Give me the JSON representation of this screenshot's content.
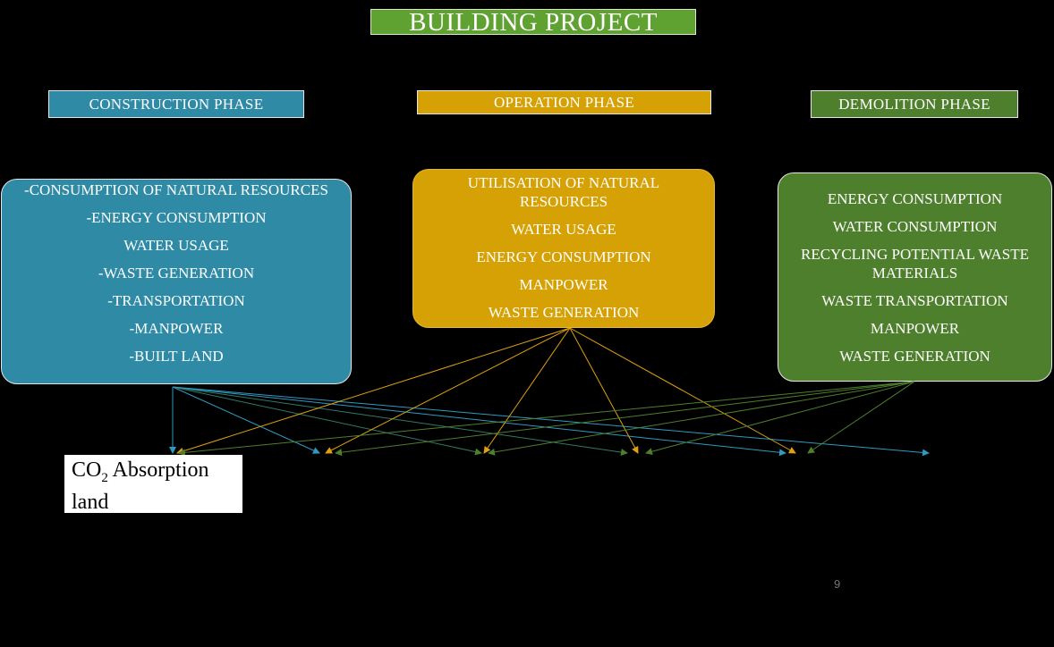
{
  "title": "BUILDING PROJECT",
  "phases": {
    "construction": {
      "label": "CONSTRUCTION  PHASE",
      "color": "#2e8aa5",
      "items": [
        "-CONSUMPTION  OF NATURAL RESOURCES",
        "-ENERGY  CONSUMPTION",
        "WATER USAGE",
        "-WASTE GENERATION",
        "-TRANSPORTATION",
        "-MANPOWER",
        "-BUILT LAND"
      ]
    },
    "operation": {
      "label": "OPERATION  PHASE",
      "color": "#d6a104",
      "items": [
        "UTILISATION OF NATURAL RESOURCES",
        "WATER USAGE",
        "ENERGY CONSUMPTION",
        "MANPOWER",
        "WASTE GENERATION"
      ]
    },
    "demolition": {
      "label": "DEMOLITION  PHASE",
      "color": "#4e7f2c",
      "items": [
        "ENERGY CONSUMPTION",
        "WATER CONSUMPTION",
        "RECYCLING  POTENTIAL WASTE MATERIALS",
        "WASTE TRANSPORTATION",
        "MANPOWER",
        "WASTE GENERATION"
      ]
    }
  },
  "co2_box": {
    "co": "CO",
    "sub": "2",
    "rest": " Absorption land"
  },
  "page_number": "9",
  "arrow_colors": {
    "construction": "#2e9ac0",
    "operation": "#e0a010",
    "demolition": "#4e7f2c"
  }
}
